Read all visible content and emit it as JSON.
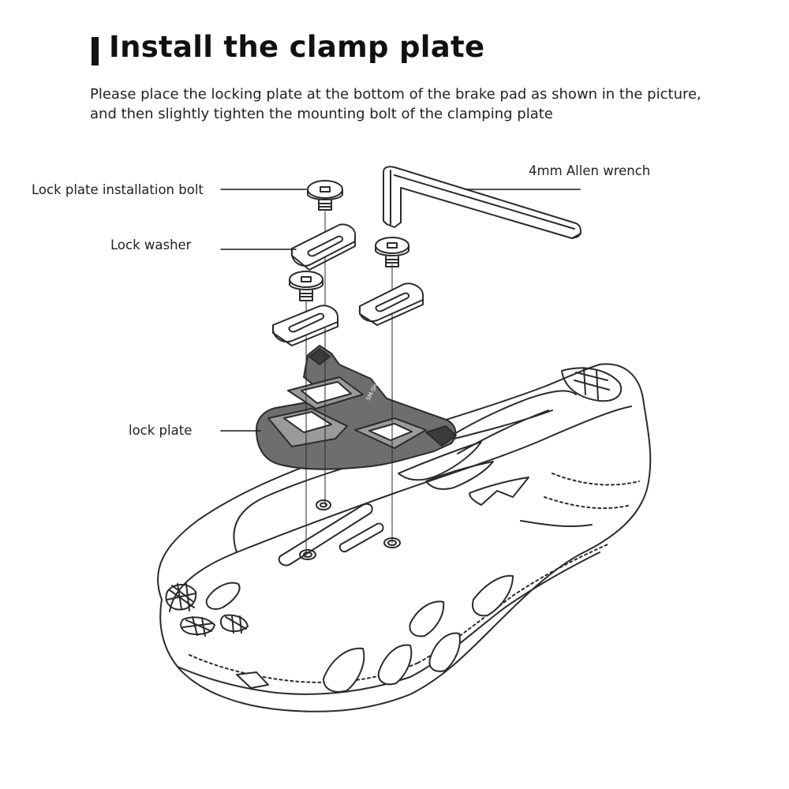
{
  "header": {
    "title": "Install the clamp plate",
    "description_line1": "Please place the locking plate at the bottom of the brake pad as shown in the picture,",
    "description_line2": "and then slightly tighten the mounting bolt of the clamping plate"
  },
  "callouts": {
    "bolt": "Lock plate installation bolt",
    "washer": "Lock washer",
    "plate": "lock plate",
    "wrench": "4mm Allen wrench"
  },
  "cleat_text": "SM-SH11",
  "colors": {
    "line": "#2b2b2b",
    "plate_fill": "#6e6e6e",
    "plate_light": "#9a9a9a",
    "plate_dark": "#3c3c3c",
    "shoe_fill": "#ffffff"
  }
}
